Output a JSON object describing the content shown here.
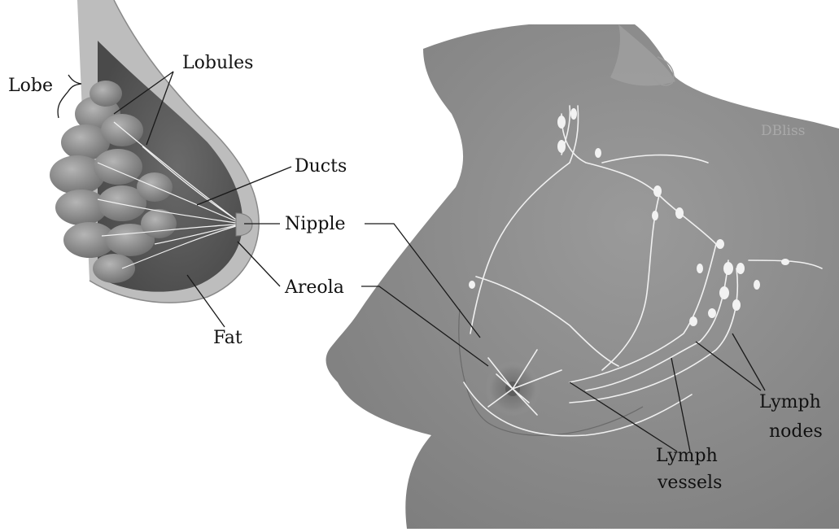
{
  "labels": {
    "lobules": "Lobules",
    "lobe": "Lobe",
    "ducts": "Ducts",
    "nipple": "Nipple",
    "areola": "Areola",
    "fat": "Fat",
    "lymph_nodes_line1": "Lymph",
    "lymph_nodes_line2": "nodes",
    "lymph_vessels_line1": "Lymph",
    "lymph_vessels_line2": "vessels"
  },
  "credit": "DBliss",
  "colors": {
    "body_fill": "#8c8c8c",
    "tissue_dark": "#555555",
    "lobule_fill": "#8a8a8a",
    "lymph_vessel": "#f0f0f0",
    "areola": "#7a7a7a",
    "background": "#ffffff"
  }
}
